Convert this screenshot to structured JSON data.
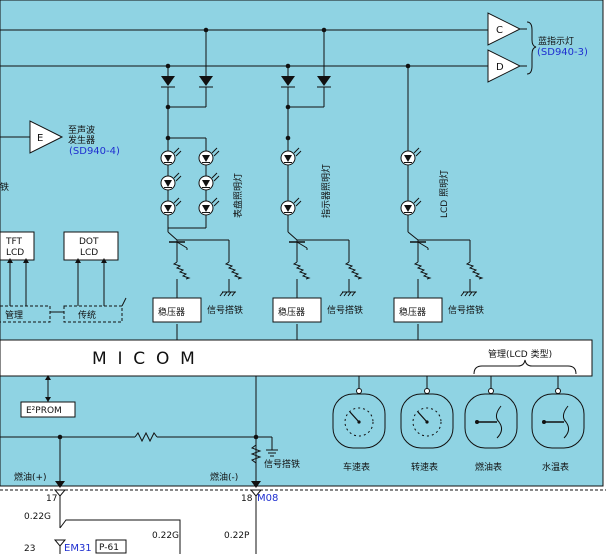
{
  "signals": {
    "gate_c": "C",
    "gate_d": "D",
    "gate_e": "E",
    "lamp_label": "蓝指示灯",
    "lamp_ref": "(SD940-3)",
    "buzzer_label_1": "至声波",
    "buzzer_label_2": "发生器",
    "buzzer_ref": "(SD940-4)",
    "iron_fragment": "铁"
  },
  "lcd_modules": {
    "tft_line1": "TFT",
    "tft_line2": "LCD",
    "dot_line1": "DOT",
    "dot_line2": "LCD",
    "manage": "管理",
    "transfer": "传统"
  },
  "lighting": {
    "group1_label": "表盘照明灯",
    "group2_label": "指示器照明灯",
    "group3_label": "LCD 照明灯",
    "regulator": "稳压器",
    "signal_ground": "信号搭铁"
  },
  "micom": {
    "label": "M  I  C  O  M",
    "manage_lcd": "管理(LCD 类型)",
    "eprom": "E²PROM"
  },
  "gauges": {
    "items": [
      "车速表",
      "转速表",
      "燃油表",
      "水温表"
    ]
  },
  "fuel": {
    "plus": "燃油(+)",
    "minus": "燃油(-)",
    "signal_ground": "信号搭铁",
    "pin_17": "17",
    "pin_18": "18",
    "connector_m08": "M08",
    "wire_022g_a": "0.22G",
    "wire_022g_b": "0.22G",
    "wire_022p": "0.22P",
    "pin_23": "23",
    "connector_em31": "EM31",
    "connector_p61": "P-61"
  }
}
